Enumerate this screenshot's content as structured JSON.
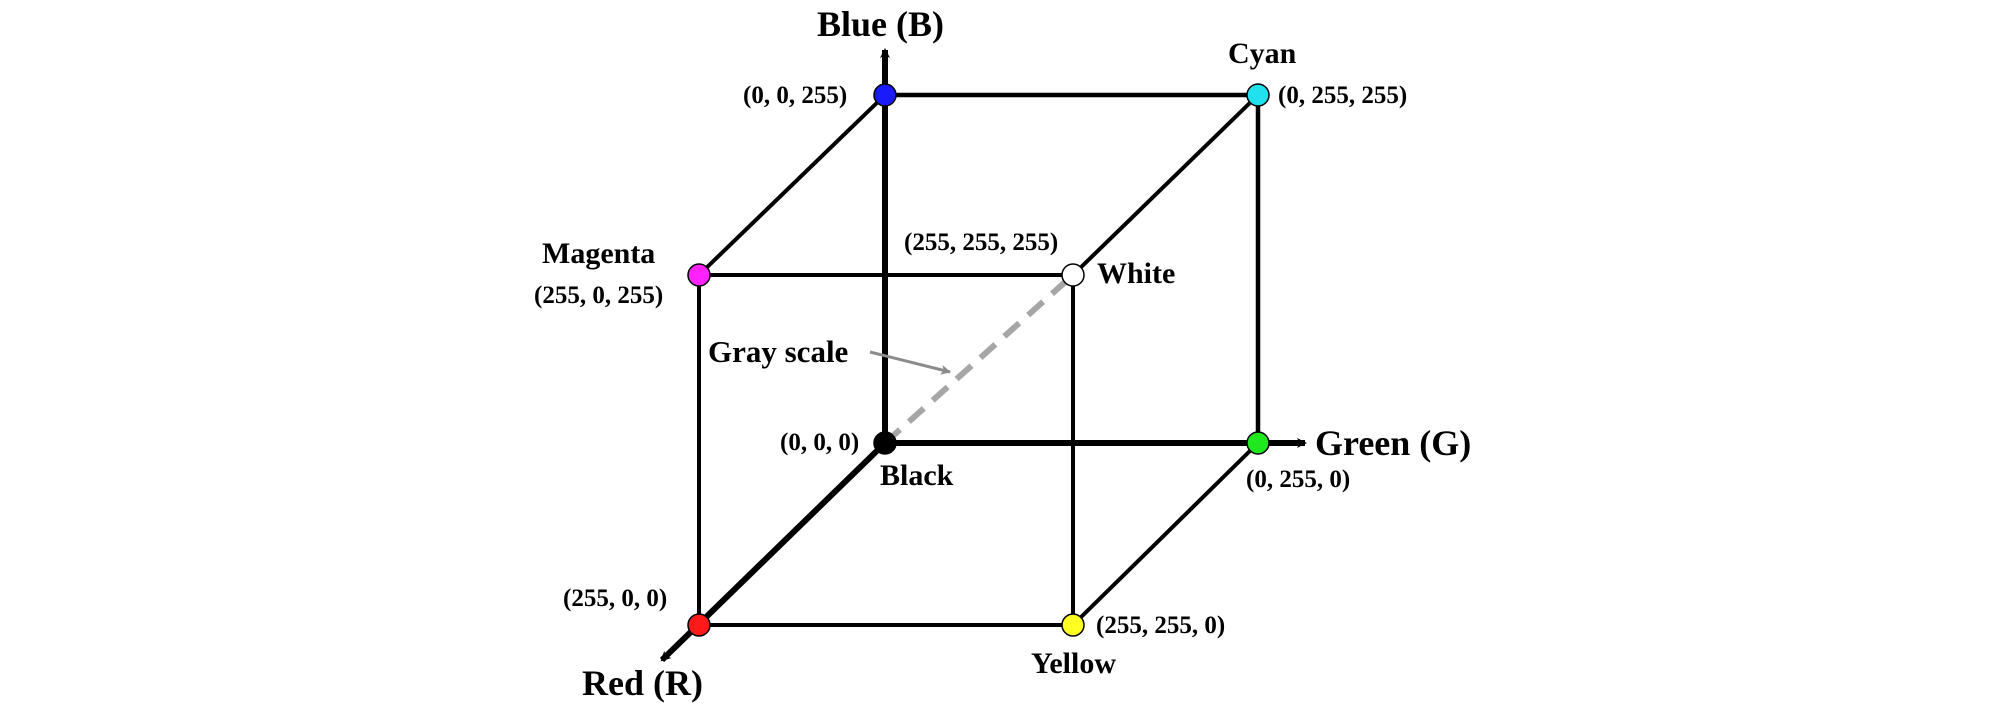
{
  "axes": {
    "blue": "Blue (B)",
    "green": "Green (G)",
    "red": "Red (R)"
  },
  "vertices": {
    "black": {
      "name": "Black",
      "coords": "(0, 0, 0)",
      "color": "#000000"
    },
    "blue": {
      "name": "",
      "coords": "(0, 0, 255)",
      "color": "#1a1aff"
    },
    "cyan": {
      "name": "Cyan",
      "coords": "(0, 255, 255)",
      "color": "#22e1ee"
    },
    "magenta": {
      "name": "Magenta",
      "coords": "(255, 0, 255)",
      "color": "#ff22ff"
    },
    "white": {
      "name": "White",
      "coords": "(255, 255, 255)",
      "color": "#ffffff"
    },
    "green": {
      "name": "",
      "coords": "(0, 255, 0)",
      "color": "#1fe81f"
    },
    "red": {
      "name": "",
      "coords": "(255, 0, 0)",
      "color": "#ff1a1a"
    },
    "yellow": {
      "name": "Yellow",
      "coords": "(255, 255, 0)",
      "color": "#ffff22"
    }
  },
  "gray_scale": {
    "label": "Gray scale",
    "line_color": "#a6a6a6"
  }
}
